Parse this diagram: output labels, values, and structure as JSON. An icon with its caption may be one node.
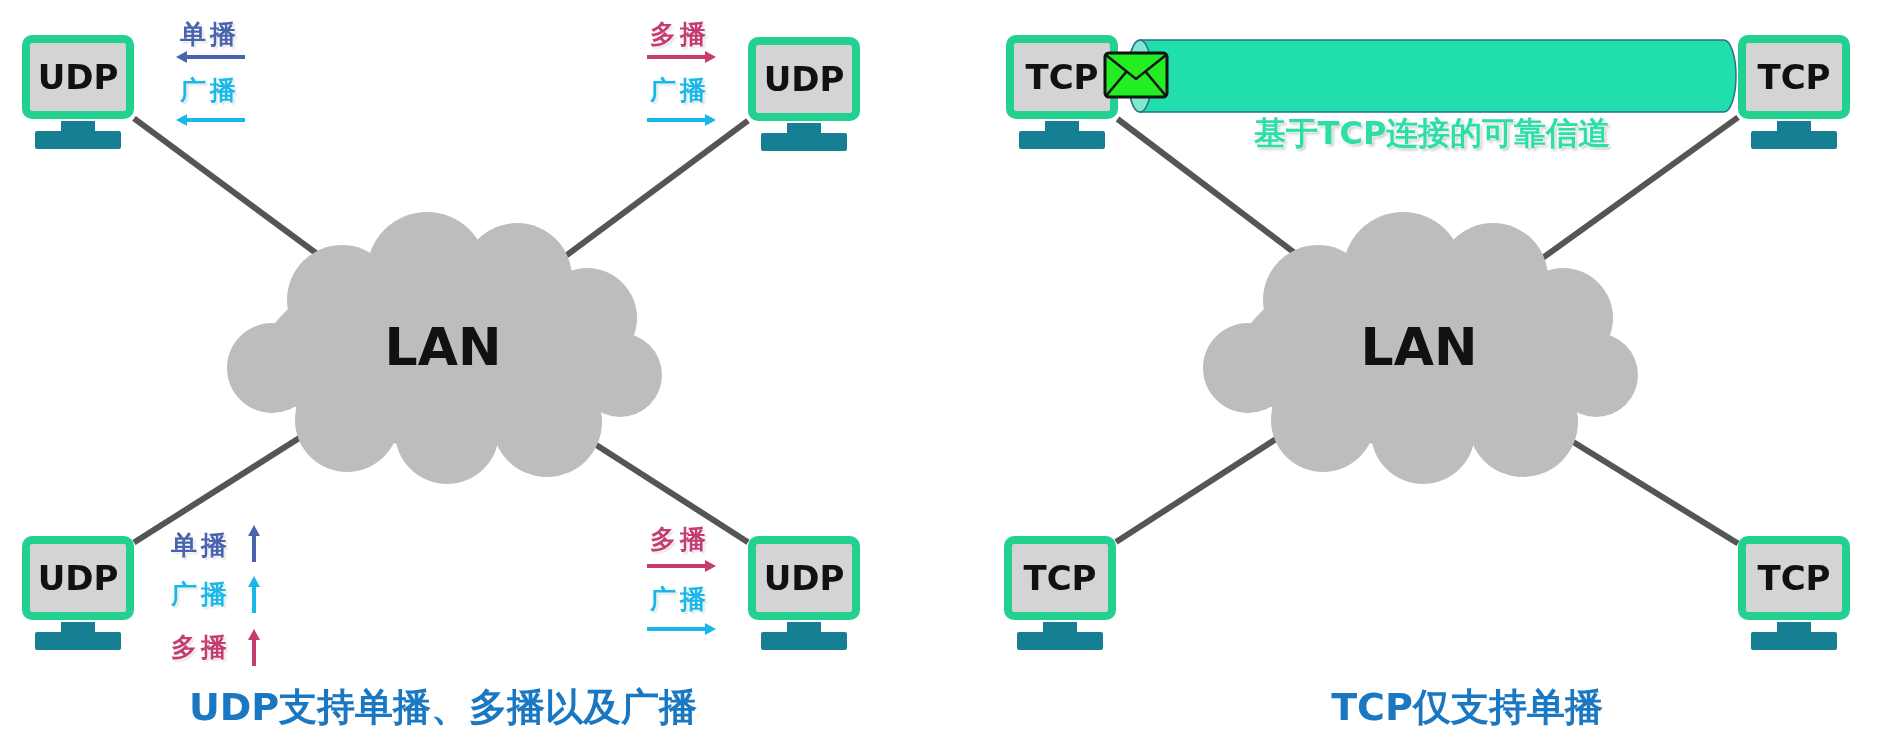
{
  "diagram": {
    "nodes": [
      {
        "text": [
          "LAN"
        ]
      },
      {
        "text": [
          "UDP"
        ]
      },
      {
        "text": [
          "UDP"
        ]
      },
      {
        "text": [
          "UDP"
        ]
      },
      {
        "text": [
          "UDP"
        ]
      },
      {
        "text": [
          "LAN"
        ]
      },
      {
        "text": [
          "TCP"
        ]
      },
      {
        "text": [
          "TCP"
        ]
      },
      {
        "text": [
          "TCP"
        ]
      },
      {
        "text": [
          "TCP"
        ]
      },
      {
        "text": [
          "基于TCP连接的可靠信道"
        ]
      }
    ],
    "edges": [
      {
        "from": 0,
        "to": 1,
        "arrow": "none"
      },
      {
        "from": 0,
        "to": 2,
        "arrow": "none"
      },
      {
        "from": 0,
        "to": 3,
        "arrow": "none"
      },
      {
        "from": 0,
        "to": 4,
        "arrow": "none"
      },
      {
        "from": 5,
        "to": 6,
        "arrow": "none"
      },
      {
        "from": 5,
        "to": 7,
        "arrow": "none"
      },
      {
        "from": 5,
        "to": 8,
        "arrow": "none"
      },
      {
        "from": 5,
        "to": 9,
        "arrow": "none"
      }
    ],
    "labels": [
      "单播",
      "多播",
      "广播",
      "广播",
      "单播",
      "多播",
      "广播",
      "广播",
      "多播",
      "UDP支持单播、多播以及广播",
      "TCP仅支持单播"
    ]
  }
}
